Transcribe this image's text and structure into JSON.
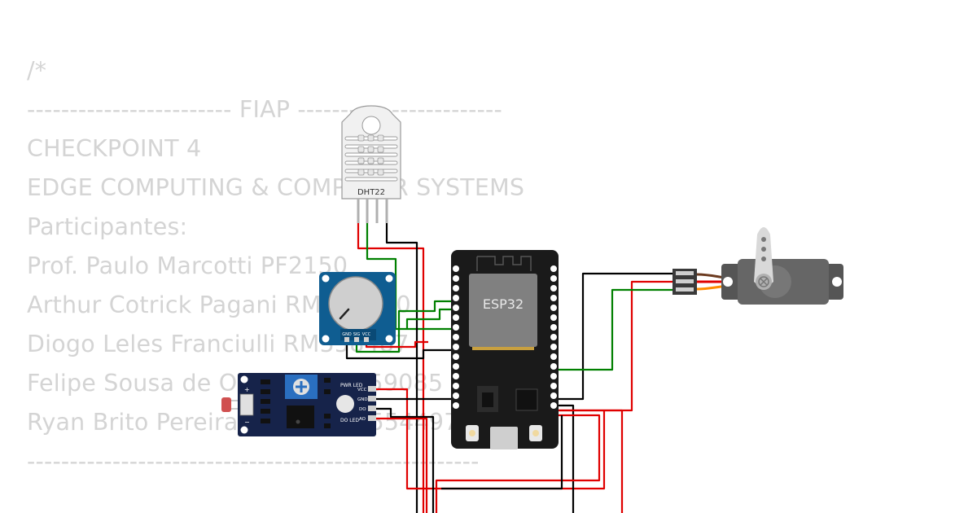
{
  "comment": {
    "lines": [
      "/*",
      "------------------------ FIAP ------------------------",
      "CHECKPOINT 4",
      "EDGE COMPUTING & COMPUTER SYSTEMS",
      "Participantes:",
      "Prof. Paulo Marcotti PF2150",
      "Arthur Cotrick Pagani RM554510",
      "Diogo Leles Franciulli RM558487",
      "Felipe Sousa de Oliveira RM559085",
      "Ryan Brito Pereira Ramos RM554497",
      "-----------------------------------------------------"
    ]
  },
  "components": {
    "dht22": {
      "label": "DHT22"
    },
    "esp32": {
      "label": "ESP32"
    },
    "potentiometer": {
      "pin_labels": [
        "GND",
        "SIG",
        "VCC"
      ]
    },
    "ldr_module": {
      "led_labels": [
        "PWR LED",
        "DO LED"
      ],
      "pin_labels": [
        "VCC",
        "GND",
        "DO",
        "AO"
      ]
    }
  },
  "colors": {
    "wire_red": "#e00000",
    "wire_green": "#008000",
    "wire_black": "#000000",
    "esp32_board": "#1a1a1a",
    "esp32_chip": "#808080",
    "pot_board": "#0f5d91",
    "ldr_board": "#16234a",
    "comment_text": "#d4d4d4"
  }
}
